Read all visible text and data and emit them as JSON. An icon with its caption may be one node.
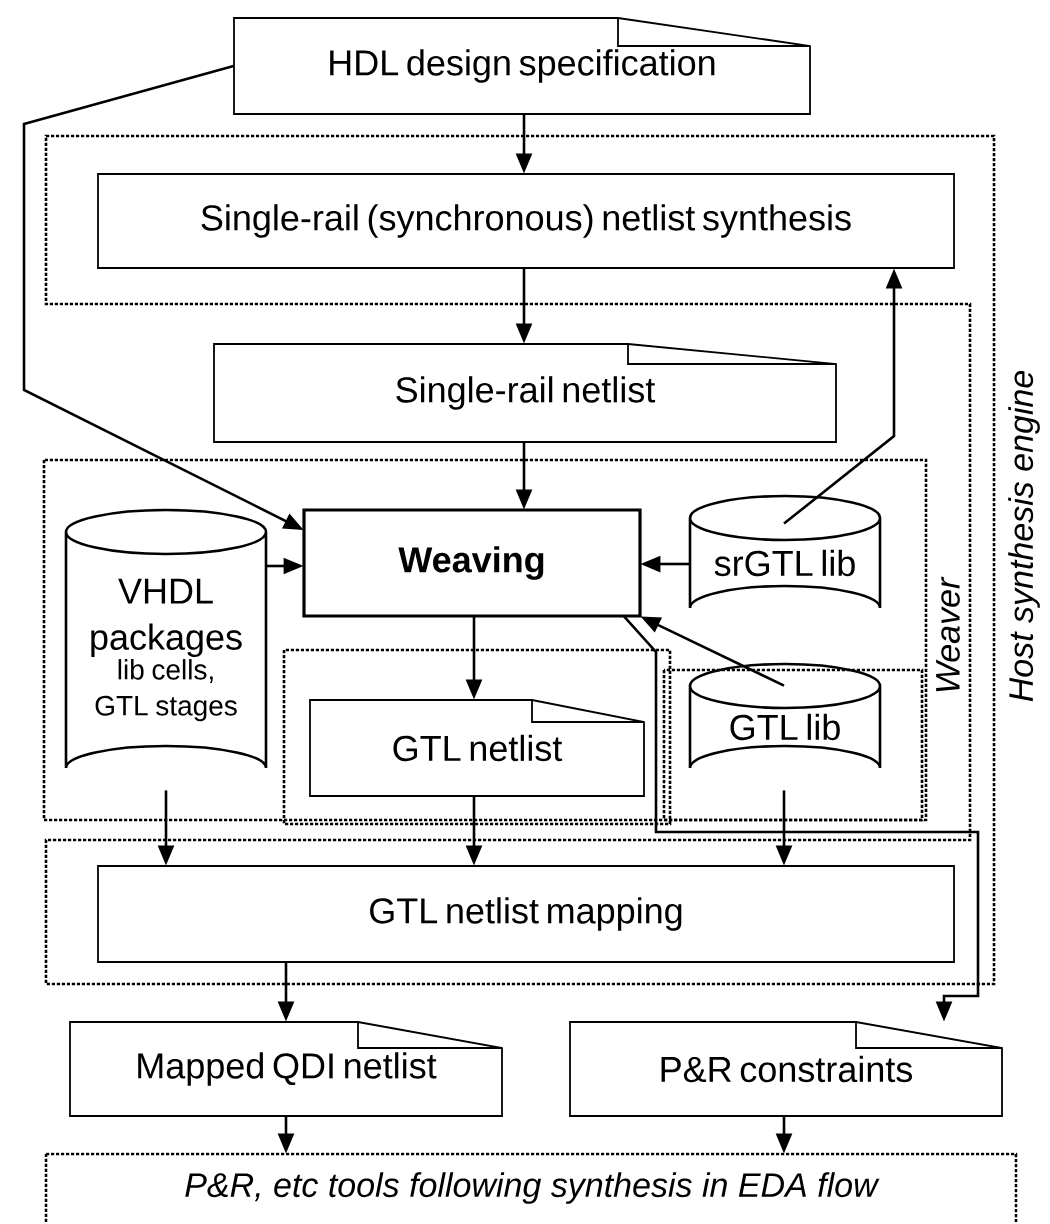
{
  "diagram": {
    "nodes": [
      {
        "text": [
          "HDL design specification"
        ]
      },
      {
        "text": [
          "Host synthesis engine"
        ]
      },
      {
        "text": [
          "Single-rail (synchronous) netlist synthesis"
        ],
        "in": 1
      },
      {
        "text": [
          "Single-rail netlist"
        ]
      },
      {
        "text": [
          "Weaver"
        ]
      },
      {
        "text": [
          "VHDL packages",
          "lib cells, GTL stages"
        ],
        "in": 4
      },
      {
        "text": [
          "Weaving"
        ],
        "in": 4
      },
      {
        "text": [
          "srGTL lib"
        ],
        "in": 4
      },
      {
        "text": [
          "GTL netlist"
        ],
        "in": 4
      },
      {
        "text": [
          "GTL lib"
        ],
        "in": 4
      },
      {
        "text": [
          "GTL netlist mapping"
        ],
        "in": 1
      },
      {
        "text": [
          "Mapped QDI netlist"
        ]
      },
      {
        "text": [
          "P&R constraints"
        ]
      },
      {
        "text": [
          "P&R, etc tools following synthesis in EDA flow"
        ]
      }
    ],
    "edges": [
      {
        "from": 0,
        "to": 2,
        "arrow": "to"
      },
      {
        "from": 2,
        "to": 3,
        "arrow": "to"
      },
      {
        "from": 0,
        "to": 6,
        "arrow": "to"
      },
      {
        "from": 3,
        "to": 6,
        "arrow": "to"
      },
      {
        "from": 5,
        "to": 6,
        "arrow": "to"
      },
      {
        "from": 7,
        "to": 6,
        "arrow": "to"
      },
      {
        "from": 7,
        "to": 2,
        "arrow": "to"
      },
      {
        "from": 9,
        "to": 6,
        "arrow": "to"
      },
      {
        "from": 6,
        "to": 8,
        "arrow": "to"
      },
      {
        "from": 6,
        "to": 12,
        "arrow": "to"
      },
      {
        "from": 5,
        "to": 10,
        "arrow": "to"
      },
      {
        "from": 8,
        "to": 10,
        "arrow": "to"
      },
      {
        "from": 9,
        "to": 10,
        "arrow": "to"
      },
      {
        "from": 10,
        "to": 11,
        "arrow": "to"
      },
      {
        "from": 11,
        "to": 13,
        "arrow": "to"
      },
      {
        "from": 12,
        "to": 13,
        "arrow": "to"
      }
    ]
  }
}
